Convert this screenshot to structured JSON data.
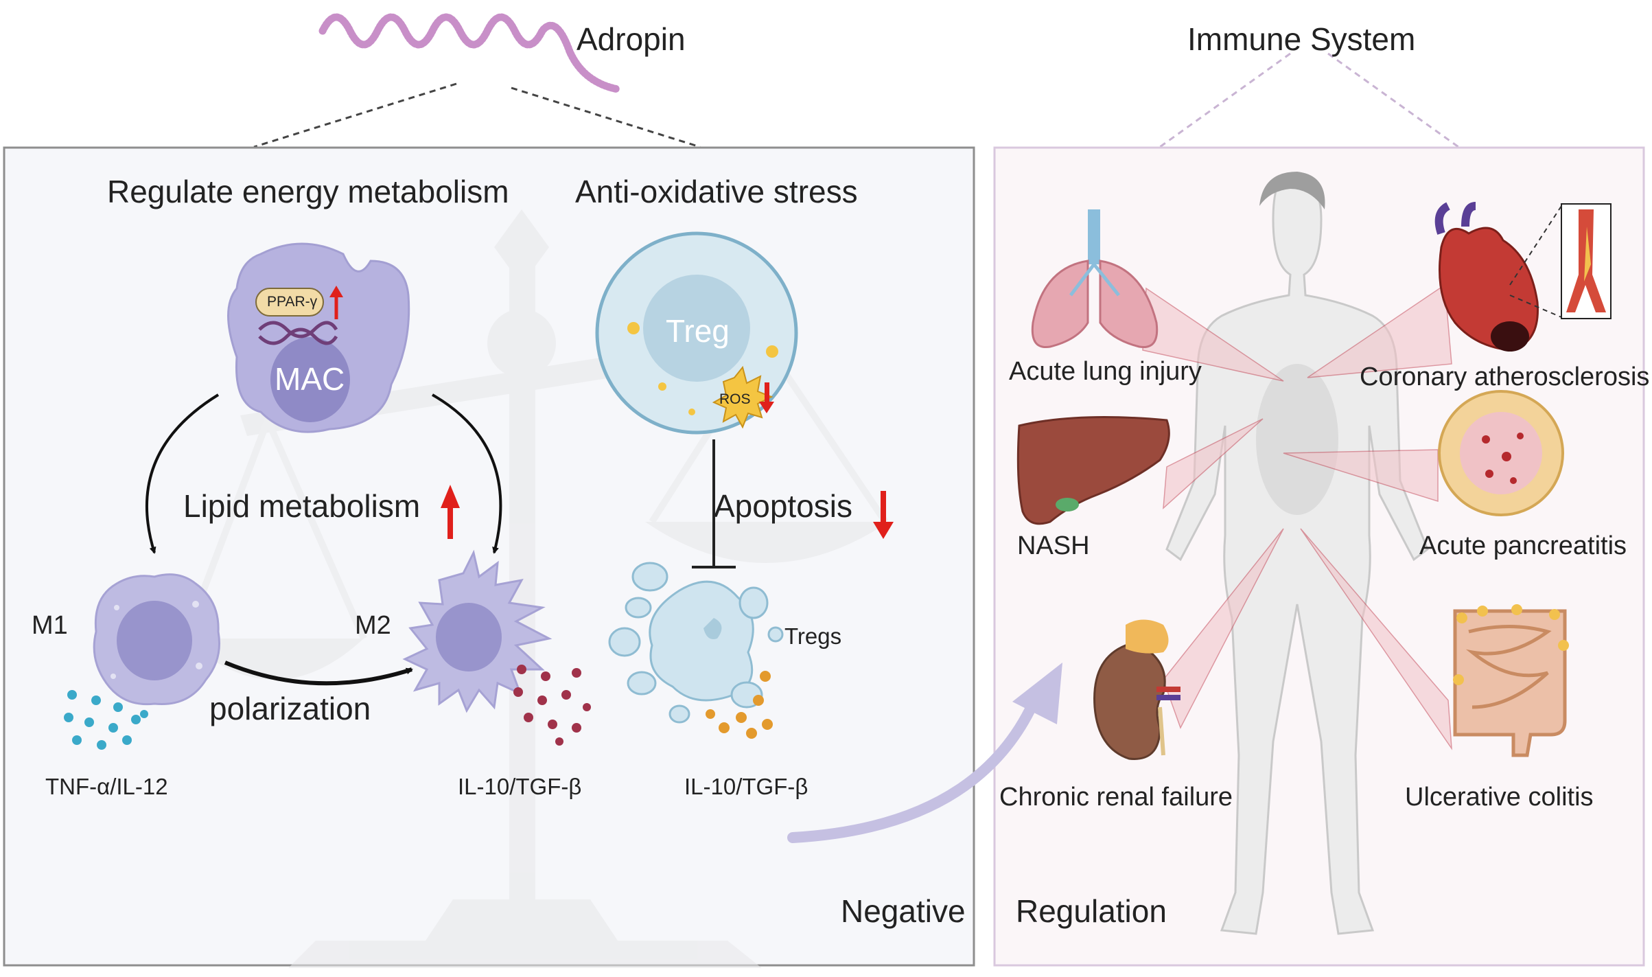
{
  "header": {
    "adropin": "Adropin",
    "immune_system": "Immune System"
  },
  "left_panel": {
    "energy_title": "Regulate energy metabolism",
    "oxidative_title": "Anti-oxidative stress",
    "ppar": "PPAR-γ",
    "mac": "MAC",
    "lipid": "Lipid metabolism",
    "m1": "M1",
    "m2": "M2",
    "polarization": "polarization",
    "m1_cytokines": "TNF-α/IL-12",
    "m2_cytokines": "IL-10/TGF-β",
    "treg": "Treg",
    "ros": "ROS",
    "apoptosis": "Apoptosis",
    "tregs": "Tregs",
    "treg_cytokines": "IL-10/TGF-β"
  },
  "center": {
    "negative": "Negative",
    "regulation": "Regulation"
  },
  "right_panel": {
    "diseases": {
      "lung": "Acute lung injury",
      "coronary": "Coronary atherosclerosis",
      "nash": "NASH",
      "pancreatitis": "Acute pancreatitis",
      "renal": "Chronic renal failure",
      "colitis": "Ulcerative colitis"
    }
  },
  "colors": {
    "up_arrow": "#e0201b",
    "down_arrow": "#e0201b",
    "macrophage": "#b6b2df",
    "treg_cell": "#c7deea",
    "negative_arrow": "#c5c0e2",
    "right_panel_border": "#d9c8de"
  }
}
